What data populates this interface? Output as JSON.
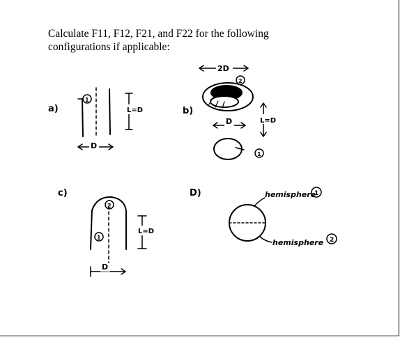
{
  "question": {
    "line1": "Calculate F11, F12, F21, and F22 for the following",
    "line2": "configurations if applicable:"
  },
  "sketches": {
    "a": {
      "label": "a)",
      "dim_length": "L=D",
      "dim_width": "D",
      "surface1": "1"
    },
    "b": {
      "label": "b)",
      "dim_top": "2D",
      "dim_mid": "D",
      "dim_length": "L=D",
      "surface1": "1",
      "surface2": "2"
    },
    "c": {
      "label": "c)",
      "dim_length": "L=D",
      "dim_width": "D",
      "surface1": "1",
      "surface2": "2"
    },
    "d": {
      "label": "D)",
      "hemi1": "hemisphere",
      "hemi1_num": "1",
      "hemi2": "hemisphere",
      "hemi2_num": "2"
    }
  }
}
